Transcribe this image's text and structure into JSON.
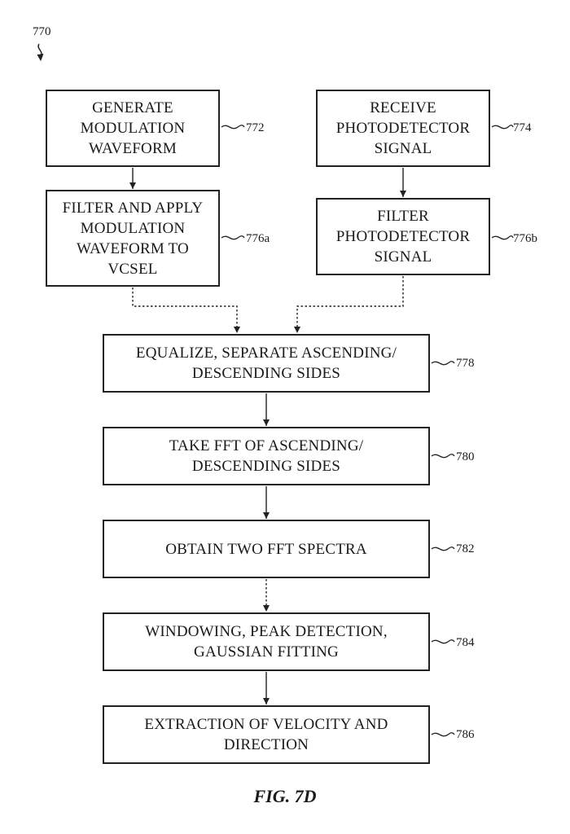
{
  "figure_ref": "770",
  "figure_caption": "FIG. 7D",
  "steps": [
    {
      "id": "772",
      "label": "GENERATE\nMODULATION\nWAVEFORM",
      "ref": "772"
    },
    {
      "id": "774",
      "label": "RECEIVE\nPHOTODETECTOR\nSIGNAL",
      "ref": "774"
    },
    {
      "id": "776a",
      "label": "FILTER AND APPLY\nMODULATION\nWAVEFORM TO\nVCSEL",
      "ref": "776a"
    },
    {
      "id": "776b",
      "label": "FILTER\nPHOTODETECTOR\nSIGNAL",
      "ref": "776b"
    },
    {
      "id": "778",
      "label": "EQUALIZE, SEPARATE ASCENDING/\nDESCENDING SIDES",
      "ref": "778"
    },
    {
      "id": "780",
      "label": "TAKE FFT OF ASCENDING/\nDESCENDING SIDES",
      "ref": "780"
    },
    {
      "id": "782",
      "label": "OBTAIN TWO FFT SPECTRA",
      "ref": "782"
    },
    {
      "id": "784",
      "label": "WINDOWING, PEAK DETECTION,\nGAUSSIAN FITTING",
      "ref": "784"
    },
    {
      "id": "786",
      "label": "EXTRACTION OF VELOCITY AND\nDIRECTION",
      "ref": "786"
    }
  ],
  "connections": [
    {
      "from": "772",
      "to": "776a",
      "style": "solid"
    },
    {
      "from": "774",
      "to": "776b",
      "style": "solid"
    },
    {
      "from": "776a",
      "to": "778",
      "style": "dotted"
    },
    {
      "from": "776b",
      "to": "778",
      "style": "dotted"
    },
    {
      "from": "778",
      "to": "780",
      "style": "solid"
    },
    {
      "from": "780",
      "to": "782",
      "style": "solid"
    },
    {
      "from": "782",
      "to": "784",
      "style": "dotted"
    },
    {
      "from": "784",
      "to": "786",
      "style": "solid"
    }
  ]
}
